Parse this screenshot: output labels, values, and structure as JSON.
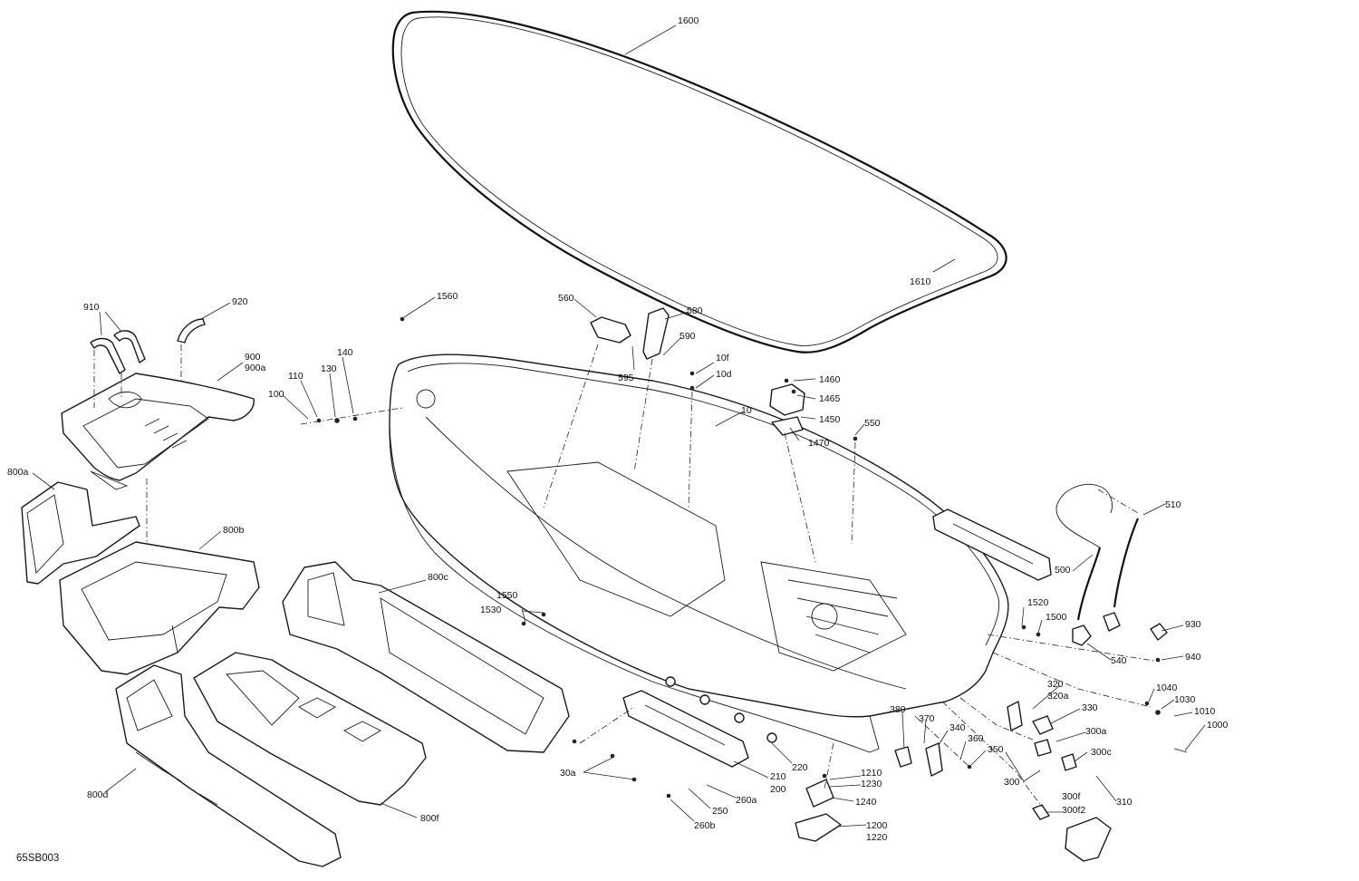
{
  "diagram": {
    "reference_code": "65SB003",
    "callouts": [
      {
        "id": "c1600",
        "text": "1600"
      },
      {
        "id": "c1610",
        "text": "1610"
      },
      {
        "id": "c910",
        "text": "910"
      },
      {
        "id": "c920",
        "text": "920"
      },
      {
        "id": "c900",
        "text": "900"
      },
      {
        "id": "c900a",
        "text": "900a"
      },
      {
        "id": "c800a",
        "text": "800a"
      },
      {
        "id": "c800b",
        "text": "800b"
      },
      {
        "id": "c800c",
        "text": "800c"
      },
      {
        "id": "c800d",
        "text": "800d"
      },
      {
        "id": "c800f",
        "text": "800f"
      },
      {
        "id": "c100",
        "text": "100"
      },
      {
        "id": "c110",
        "text": "110"
      },
      {
        "id": "c130",
        "text": "130"
      },
      {
        "id": "c140",
        "text": "140"
      },
      {
        "id": "c1560",
        "text": "1560"
      },
      {
        "id": "c560",
        "text": "560"
      },
      {
        "id": "c580",
        "text": "580"
      },
      {
        "id": "c590",
        "text": "590"
      },
      {
        "id": "c595",
        "text": "595"
      },
      {
        "id": "c10f",
        "text": "10f"
      },
      {
        "id": "c10d",
        "text": "10d"
      },
      {
        "id": "c10",
        "text": "10"
      },
      {
        "id": "c1460",
        "text": "1460"
      },
      {
        "id": "c1465",
        "text": "1465"
      },
      {
        "id": "c1450",
        "text": "1450"
      },
      {
        "id": "c1470",
        "text": "1470"
      },
      {
        "id": "c550",
        "text": "550"
      },
      {
        "id": "c510",
        "text": "510"
      },
      {
        "id": "c500",
        "text": "500"
      },
      {
        "id": "c1520",
        "text": "1520"
      },
      {
        "id": "c1500",
        "text": "1500"
      },
      {
        "id": "c540",
        "text": "540"
      },
      {
        "id": "c930",
        "text": "930"
      },
      {
        "id": "c940",
        "text": "940"
      },
      {
        "id": "c1550",
        "text": "1550"
      },
      {
        "id": "c1530",
        "text": "1530"
      },
      {
        "id": "c320",
        "text": "320"
      },
      {
        "id": "c320a",
        "text": "320a"
      },
      {
        "id": "c330",
        "text": "330"
      },
      {
        "id": "c300a",
        "text": "300a"
      },
      {
        "id": "c300c",
        "text": "300c"
      },
      {
        "id": "c300",
        "text": "300"
      },
      {
        "id": "c300f",
        "text": "300f"
      },
      {
        "id": "c300f2",
        "text": "300f2"
      },
      {
        "id": "c310",
        "text": "310"
      },
      {
        "id": "c1040",
        "text": "1040"
      },
      {
        "id": "c1030",
        "text": "1030"
      },
      {
        "id": "c1010",
        "text": "1010"
      },
      {
        "id": "c1000",
        "text": "1000"
      },
      {
        "id": "c380",
        "text": "380"
      },
      {
        "id": "c370",
        "text": "370"
      },
      {
        "id": "c340",
        "text": "340"
      },
      {
        "id": "c360",
        "text": "360"
      },
      {
        "id": "c350",
        "text": "350"
      },
      {
        "id": "c220",
        "text": "220"
      },
      {
        "id": "c210",
        "text": "210"
      },
      {
        "id": "c200",
        "text": "200"
      },
      {
        "id": "c30a",
        "text": "30a"
      },
      {
        "id": "c250",
        "text": "250"
      },
      {
        "id": "c260a",
        "text": "260a"
      },
      {
        "id": "c260b",
        "text": "260b"
      },
      {
        "id": "c1210",
        "text": "1210"
      },
      {
        "id": "c1230",
        "text": "1230"
      },
      {
        "id": "c1240",
        "text": "1240"
      },
      {
        "id": "c1200",
        "text": "1200"
      },
      {
        "id": "c1220",
        "text": "1220"
      }
    ]
  }
}
